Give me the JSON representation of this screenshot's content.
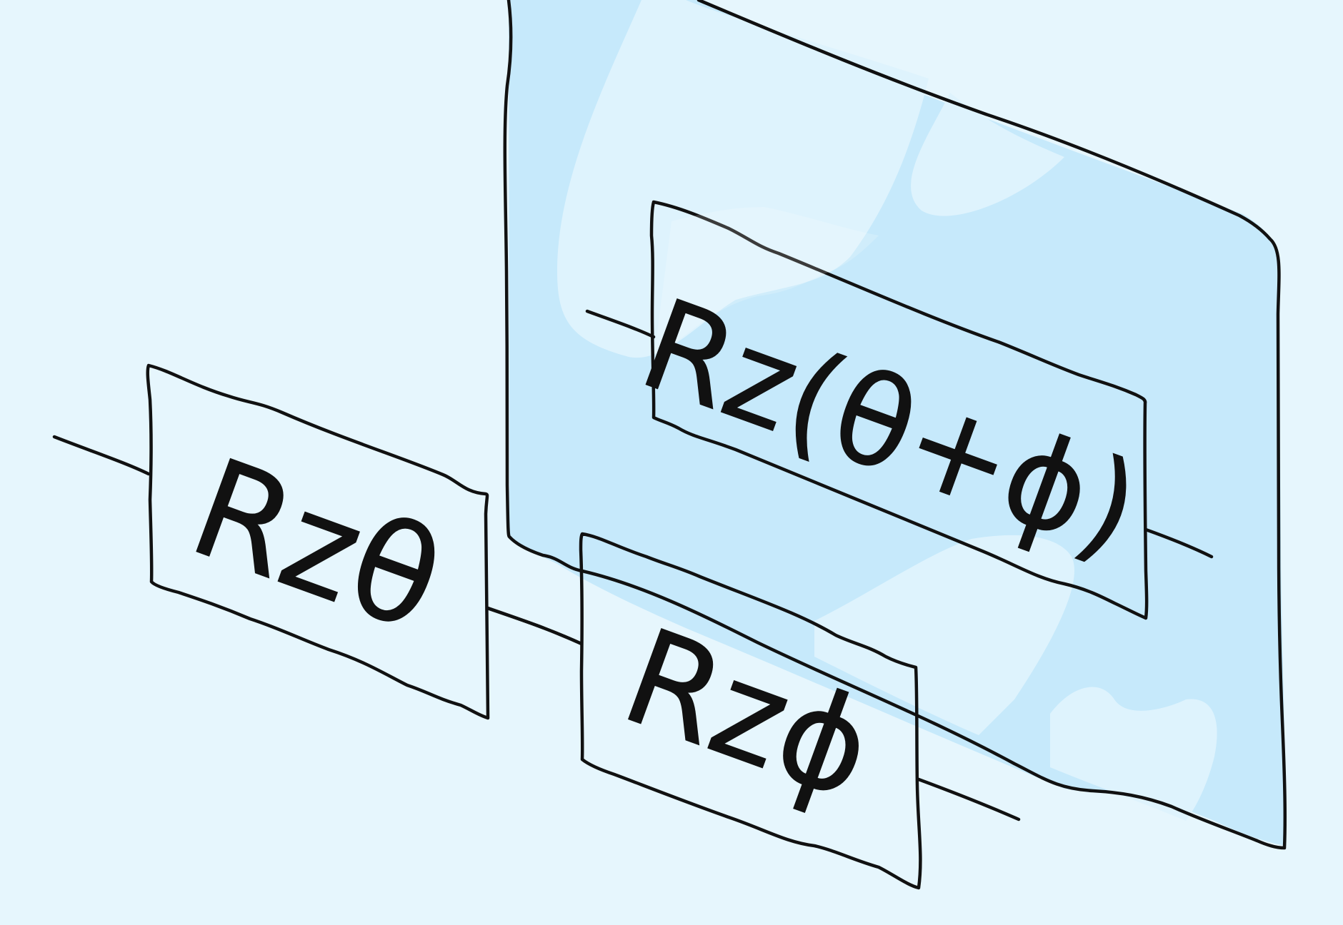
{
  "diagram": {
    "colors": {
      "background": "#e6f6fd",
      "panel": "#c6e9fb",
      "panel_highlight": "#def3fd",
      "theta_gate": "#ffdf98",
      "phi_gate": "#ffb2ef",
      "combined_gate": "#ffc4dc",
      "ink": "#111111"
    },
    "gates": {
      "theta": {
        "label": "Rzθ"
      },
      "phi": {
        "label": "Rzϕ"
      },
      "combined": {
        "label": "Rz(θ+ϕ)"
      }
    }
  }
}
